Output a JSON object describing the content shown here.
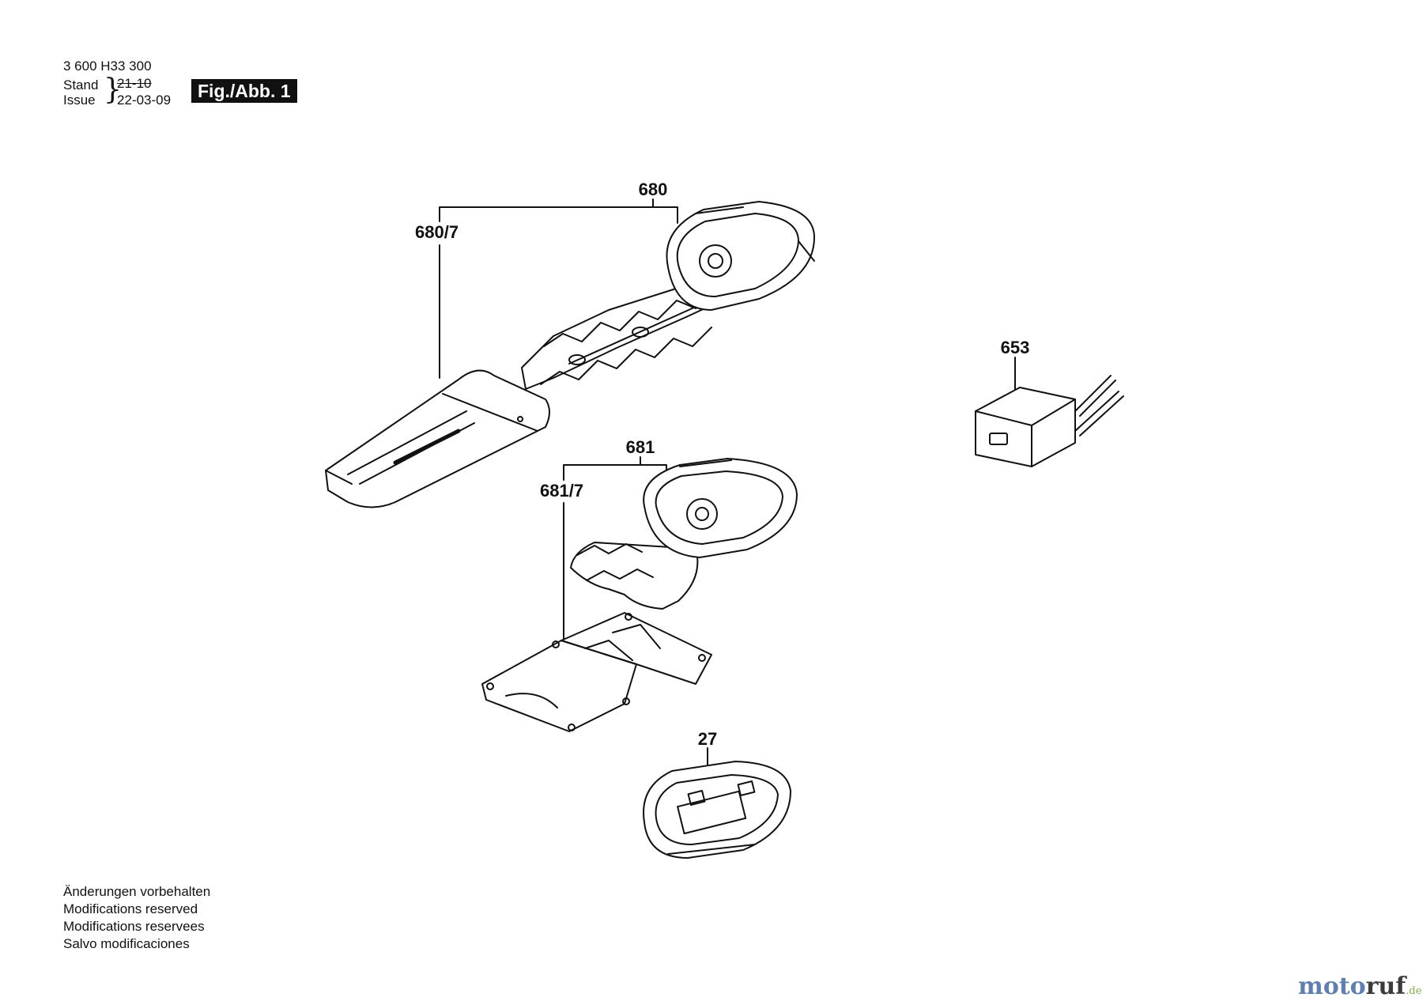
{
  "header": {
    "part_number": "3 600 H33 300",
    "stand_label": "Stand",
    "issue_label": "Issue",
    "stand_value": "21-10",
    "issue_value": "22-03-09",
    "figure_label": "Fig./Abb. 1"
  },
  "callouts": {
    "c680": "680",
    "c680_7": "680/7",
    "c653": "653",
    "c681": "681",
    "c681_7": "681/7",
    "c27": "27"
  },
  "notes": [
    "Änderungen vorbehalten",
    "Modifications reserved",
    "Modifications reservees",
    "Salvo modificaciones"
  ],
  "watermark": {
    "part1": "moto",
    "part2": "ruf",
    "suffix": ".de"
  },
  "colors": {
    "ink": "#111111",
    "watermark_blue": "#5f7fb0",
    "watermark_green": "#7bb04a"
  }
}
